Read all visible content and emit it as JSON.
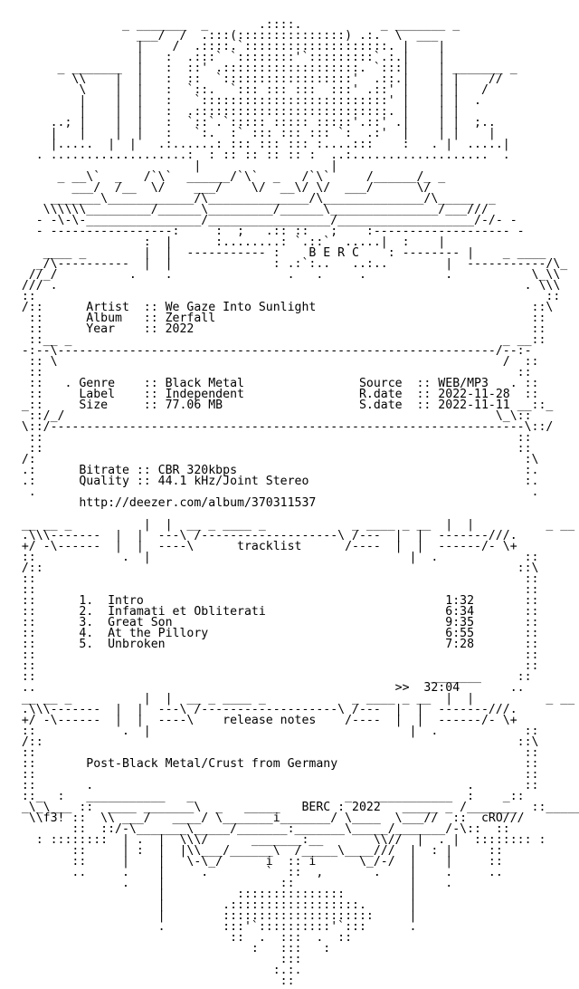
{
  "nfo_lines": [
    "                 _ _______  _       .::::.           _ _______ _",
    "                   ___/  /  .:::(:::::::::::::::) .:.  \\  ___",
    "                   |    /  .::::.`::::::::::::::::::::. |    |",
    "                   |   :  .:::` `::::::::'`:::::::::`.:.|    |",
    "        _ _______  |   :  ::' .:::::::::::::::::::. `:::|    | _______ _",
    "          \\\\    |  |   :  ::  `::::::::::::::::::'  .::.|    | |    //",
    "           \\    |  |   :  `::.  `::: ::: :::  :::' .::' |    | |   /",
    "           |    |  |   :   `::::::::::::::::::::::::::' |    | |  .",
    "           |    |  |   :  .:::::::::::::::::::::::::::. |    | |",
    "       ..; |    |  |   :  `::`.`::::: ::::: :::::'.::' .|    | |  ;..",
    "       |   |    |  |   :   `:.  :` ::: ::: ::: `:  .:'  |    | |    |",
    "       |.....  |  |   .:......: ::: ::: ::: :....:::    :   . |  .....|",
    "     . ...................:  : :: :: :: :: :  ..:...................  .",
    "                           |                  |",
    "        _ __\\`  _   /`\\`  ______/`\\`  _   /`\\`     /______/_ _",
    "          ___/  /__  \\/    ___/    \\/  __\\/ \\/  ___/      \\/",
    "       _______\\____________/\\______________/\\______________/\\_____  _",
    "      \\\\\\\\\\\\_________/______\\_________/______\\_______________/___///",
    "     - -\\-\\-________________/_________________/___________________/-/- -",
    "     - -----------------:     :  ;   .:: ::   ;    :------------------- -",
    "                    :  |      :........: `.::`  .....|  :    |",
    "      ____ _        |  |  ----------- :    B E R C    : -------- |    _ ____",
    "     _/\\----------  |  |              : .:`:..   ..:..        |  -----------/\\_",
    "    //_/          .    .                .   .     .           .           \\_\\\\",
    "   /// .                                                                 . \\\\\\",
    "   ::                                                                       ::",
    "   /::      Artist  :: We Gaze Into Sunlight                              ::\\",
    "    ::      Album   :: Zerfall                                            ::",
    "    ::      Year    :: 2022                                               ::",
    "    ::__ _                                                            _ __::",
    "   -:--\\-------------------------------------------------------------/--:-",
    "    :: \\                                                              /  ::",
    "    ::                                                                  ::",
    "    ::   . Genre    :: Black Metal                Source  :: WEB/MP3   . ::",
    "    ::     Label    :: Independent                R.date  :: 2022-11-28  ::",
    "   _::     Size     :: 77.06 MB                   S.date  :: 2022-11-11 __::_",
    "    ::/_/                                                            \\_\\::",
    "   \\::/------------------------------------------------------------------\\::/",
    "    ::                                                                  ::",
    "    ::                                                                  ::",
    "   /:                                                                    :\\",
    "   .:      Bitrate :: CBR 320kbps                                        :.",
    "   .:      Quality :: 44.1 kHz/Joint Stereo                              :.",
    "    .                                                                     .",
    "           http://deezer.com/album/370311537",
    "",
    "   __ __ _          |  |  __ _ ____ _            _ ____ _ __  |  |          _ __ __",
    "   .\\\\\\-------  |  |  ---\\ /-------------------\\ /---  |  |  -------///.",
    "   +/ -\\------  |  |  ----\\      tracklist      /----  |  |  ------/- \\+",
    "   ::            .  |                                    |  .            ::",
    "   /::                                                                  ::\\",
    "   ::                                                                    ::",
    "   ::                                                                    ::",
    "   ::      1.  Intro                                          1:32       ::",
    "   ::      2.  Infamati et Obliterati                         6:34       ::",
    "   ::      3.  Great Son                                      9:35       ::",
    "   ::      4.  At the Pillory                                 6:55       ::",
    "   ::      5.  Unbroken                                       7:28       ::",
    "   ::                                                                    ::",
    "   ::                                                                    ::",
    "   ::                                                       _______     ::",
    "   ..                                                  >>  32:04       ..",
    "   __ __ _          |  |  __ _ ____ _            _ ____ _ __  |  |          _ __ __",
    "   .\\\\\\-------  |  |  ---\\ /-------------------\\ /---  |  |  -------///.",
    "   +/ -\\------  |  |  ----\\    release notes    /----  |  |  ------/- \\+",
    "   ::            .  |                                    |  .            ::",
    "   /::                                                                  ::\\",
    "   ::                                                                    ::",
    "   ::       Post-Black Metal/Crust from Germany                          ::",
    "   ::                                                                    ::",
    "   ::       .                                                    .       ::",
    "   ::_  :   ___________   _                     _   ___________  :    _::",
    "   _\\_\\___ ::  ____ _______\\  _   _____   BERC : 2022   _____ _ /_______  ::_____/_/_",
    "    \\\\f3! ::  \\\\ ___/   ____/ \\_______i_______/ \\____  \\___//  ::  cRO///",
    "          ::  ::/-\\_______\\_____/_______:_______\\_____/_______/-\\::  ::",
    "     : ::::::::  | .  |  \\\\\\/      _______:__       \\\\//  |  . |  :::::::: :",
    "          ::     | :  |  |\\\\___/______\\  /_____\\____///  |  : |     ::",
    "          ::     |    |   \\-\\_/      i  :: i      \\_/-/  |    |     ::",
    "          ..     .    |     .        `  ::  ,       .    |    .     ..",
    "                 .    |                ::                |    .",
    "                      |          :::::::::::::::         |",
    "                      |        .::::::::::::::::::.      |",
    "                      |        :::::::::::::::::::::     |",
    "                      .        :::'`::::::::::'`:::      .",
    "                                ::  .  :::  .  ::",
    "                                   :   :::   :",
    "                                       :::",
    "                                      :.:.",
    "                                       ::"
  ],
  "release": {
    "group": "B E R C",
    "artist_label": "Artist",
    "artist": "We Gaze Into Sunlight",
    "album_label": "Album",
    "album": "Zerfall",
    "year_label": "Year",
    "year": "2022",
    "genre_label": "Genre",
    "genre": "Black Metal",
    "label_label": "Label",
    "label": "Independent",
    "size_label": "Size",
    "size": "77.06 MB",
    "source_label": "Source",
    "source": "WEB/MP3",
    "rdate_label": "R.date",
    "rdate": "2022-11-28",
    "sdate_label": "S.date",
    "sdate": "2022-11-11",
    "bitrate_label": "Bitrate",
    "bitrate": "CBR 320kbps",
    "quality_label": "Quality",
    "quality": "44.1 kHz/Joint Stereo",
    "url": "http://deezer.com/album/370311537"
  },
  "tracklist": {
    "heading": "tracklist",
    "tracks": [
      {
        "num": "1.",
        "title": "Intro",
        "time": "1:32"
      },
      {
        "num": "2.",
        "title": "Infamati et Obliterati",
        "time": "6:34"
      },
      {
        "num": "3.",
        "title": "Great Son",
        "time": "9:35"
      },
      {
        "num": "4.",
        "title": "At the Pillory",
        "time": "6:55"
      },
      {
        "num": "5.",
        "title": "Unbroken",
        "time": "7:28"
      }
    ],
    "total_marker": ">>",
    "total": "32:04"
  },
  "notes": {
    "heading": "release notes",
    "text": "Post-Black Metal/Crust from Germany"
  },
  "footer": {
    "group_year": "BERC : 2022",
    "left_tag": "f3!",
    "right_tag": "cRO"
  }
}
